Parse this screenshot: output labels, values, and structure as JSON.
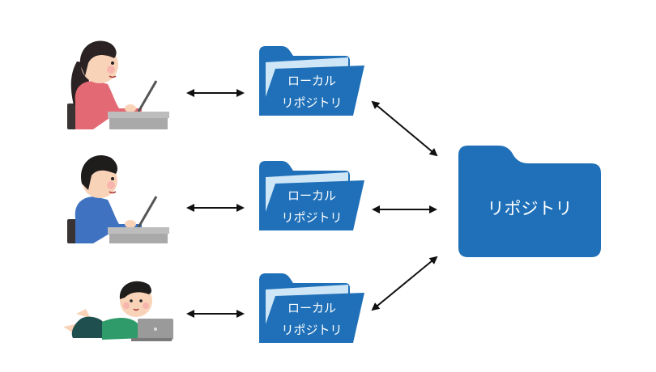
{
  "colors": {
    "folder_blue": "#1f70b8",
    "folder_paper": "#cfe6f7",
    "arrow": "#111111"
  },
  "users": [
    {
      "id": "woman",
      "description_icon": "woman-with-laptop-icon"
    },
    {
      "id": "man",
      "description_icon": "man-with-laptop-icon"
    },
    {
      "id": "boy",
      "description_icon": "boy-lying-with-laptop-icon"
    }
  ],
  "local_repos": [
    {
      "line1": "ローカル",
      "line2": "リポジトリ"
    },
    {
      "line1": "ローカル",
      "line2": "リポジトリ"
    },
    {
      "line1": "ローカル",
      "line2": "リポジトリ"
    }
  ],
  "remote_repo": {
    "label": "リポジトリ"
  }
}
